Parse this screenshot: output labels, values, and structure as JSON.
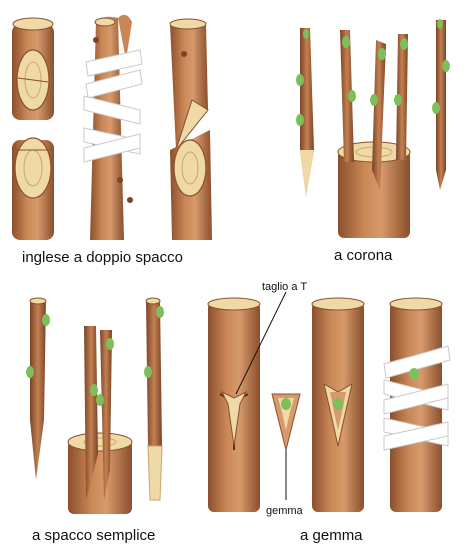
{
  "captions": {
    "whip_graft": "inglese a doppio spacco",
    "crown_graft": "a corona",
    "cleft_graft": "a spacco semplice",
    "bud_graft": "a gemma"
  },
  "labels": {
    "t_cut": "taglio a T",
    "bud": "gemma"
  },
  "colors": {
    "bark": "#b8734a",
    "bark_dark": "#8a4f2c",
    "bark_light": "#d79a6c",
    "wood": "#efd9a6",
    "wood_ring": "#c9a56a",
    "bud": "#7dbf5a",
    "tape": "#ffffff",
    "tape_shadow": "#c9c9c9"
  }
}
